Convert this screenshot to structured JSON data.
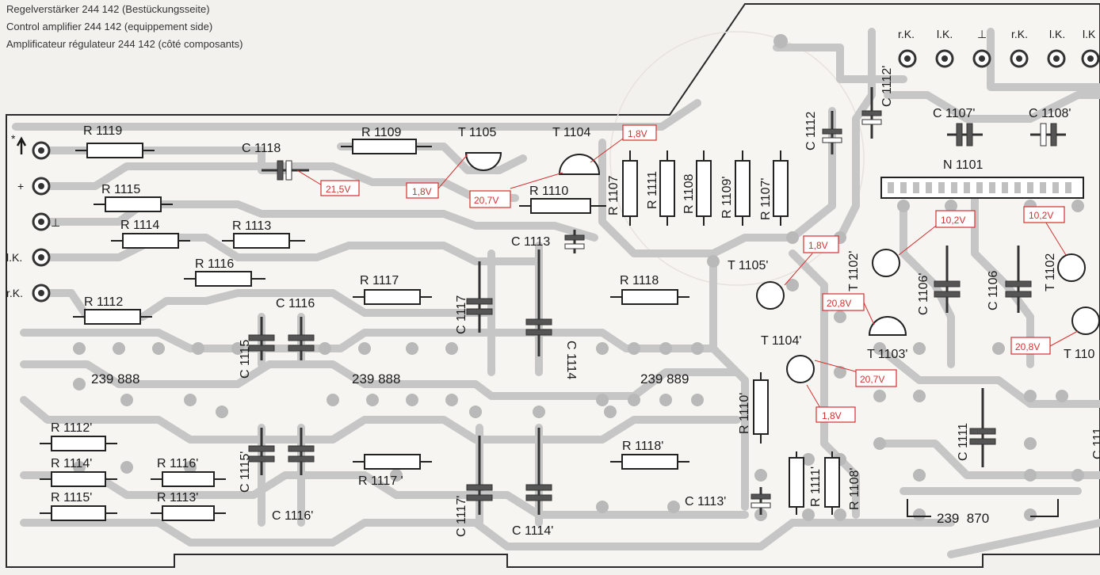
{
  "header": {
    "line_de": "Regelverstärker 244 142 (Bestückungsseite)",
    "line_en": "Control amplifier 244 142 (equippement side)",
    "line_fr": "Amplificateur régulateur 244 142 (côté composants)"
  },
  "colors": {
    "board": "#f3f1ee",
    "trace": "#c6c6c6",
    "pad": "#b9b9b9",
    "voltage": "#d63030",
    "ink": "#1a1a1a"
  },
  "board": {
    "connectors_left": [
      "*",
      "+",
      "⊥",
      "l.K.",
      "r.K."
    ],
    "connectors_top": [
      "r.K.",
      "l.K.",
      "⊥",
      "r.K.",
      "l.K.",
      "l.K"
    ],
    "board_numbers": [
      "239 888",
      "239 888",
      "239 889",
      "239  870"
    ],
    "resistors": [
      "R 1119",
      "R 1115",
      "R 1114",
      "R 1113",
      "R 1116",
      "R 1112",
      "R 1109",
      "R 1110",
      "R 1117",
      "R 1118",
      "R 1107",
      "R 1111",
      "R 1108",
      "R 1109'",
      "R 1107'",
      "R 1112'",
      "R 1114'",
      "R 1115'",
      "R 1116'",
      "R 1113'",
      "R 1117 '",
      "R 1118'",
      "R 1110'",
      "R 1111'",
      "R 1108'"
    ],
    "capacitors": [
      "C 1118",
      "C 1113",
      "C 1117",
      "C 1114",
      "C 1116",
      "C 1115",
      "C 1112",
      "C 1112'",
      "C 1107'",
      "C 1108'",
      "C 1106'",
      "C 1106",
      "C 1111",
      "C 1115'",
      "C 1116'",
      "C 1117'",
      "C 1114'",
      "C 1113'",
      "C 111"
    ],
    "transistors": [
      "T 1105",
      "T 1104",
      "T 1105'",
      "T 1102'",
      "T 1102",
      "T 1104'",
      "T 1103'",
      "T 110"
    ],
    "ic": "N 1101",
    "voltages": [
      "1,8V",
      "21,5V",
      "1,8V",
      "20,7V",
      "1,8V",
      "10,2V",
      "10,2V",
      "20,8V",
      "20,7V",
      "1,8V",
      "20,8V"
    ]
  }
}
